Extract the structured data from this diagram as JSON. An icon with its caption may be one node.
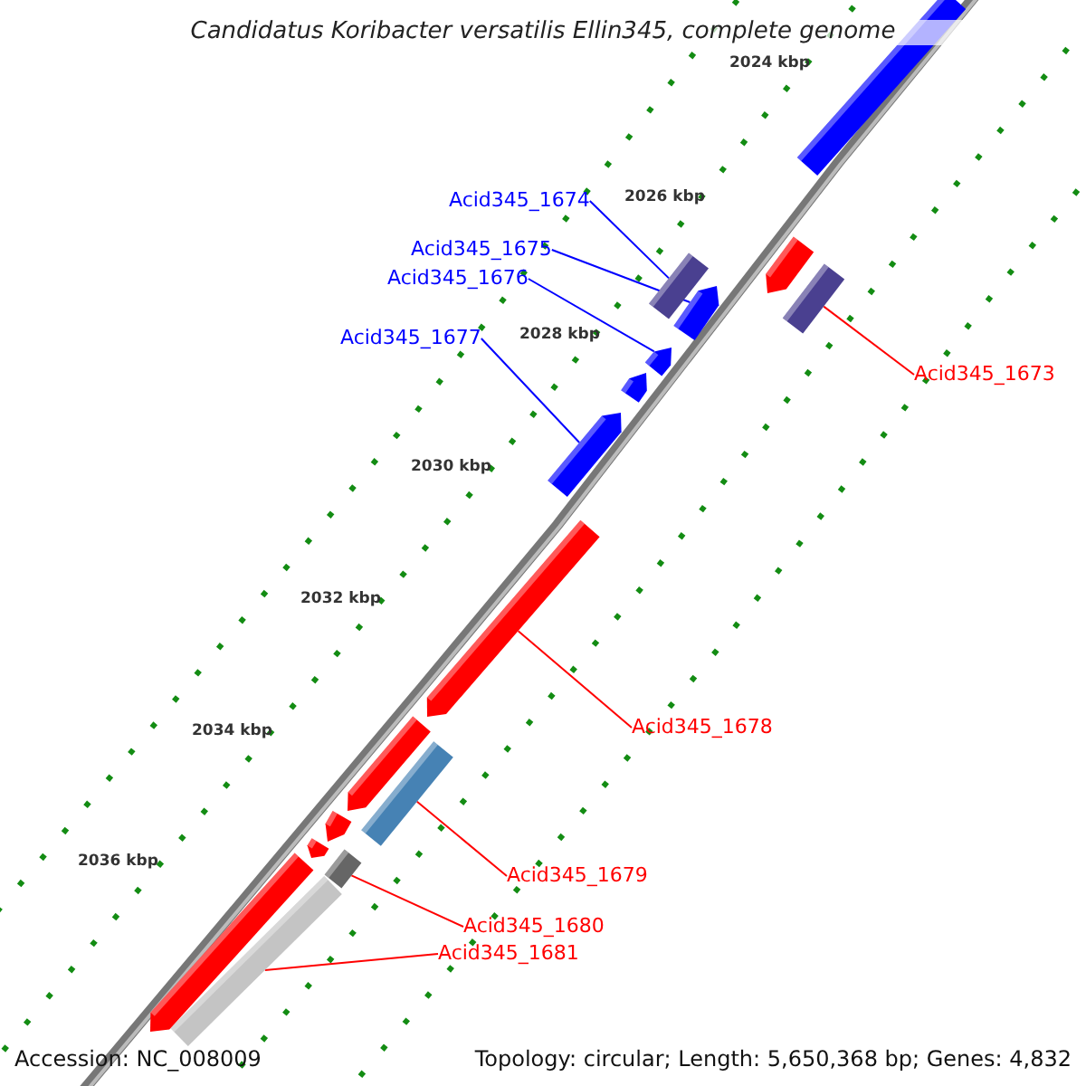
{
  "diagram": {
    "title": "Candidatus Koribacter versatilis Ellin345, complete genome",
    "nodes": [
      {
        "text": [
          "Acid345_1674"
        ]
      },
      {
        "text": [
          "Acid345_1675"
        ]
      },
      {
        "text": [
          "Acid345_1676"
        ]
      },
      {
        "text": [
          "Acid345_1677"
        ]
      },
      {
        "text": [
          "Acid345_1673"
        ]
      },
      {
        "text": [
          "Acid345_1678"
        ]
      },
      {
        "text": [
          "Acid345_1679"
        ]
      },
      {
        "text": [
          "Acid345_1680"
        ]
      },
      {
        "text": [
          "Acid345_1681"
        ]
      },
      {
        "text": [],
        "shape": "bar"
      },
      {
        "text": [],
        "shape": "arrow"
      },
      {
        "text": [],
        "shape": "arrow"
      },
      {
        "text": [],
        "shape": "arrow"
      },
      {
        "text": [],
        "shape": "bar"
      },
      {
        "text": [],
        "shape": "arrow"
      },
      {
        "text": [],
        "shape": "bar"
      },
      {
        "text": [],
        "shape": "bar"
      },
      {
        "text": [],
        "shape": "bar"
      },
      {
        "text": [],
        "shape": "bar"
      },
      {
        "text": [],
        "shape": "arrow"
      },
      {
        "text": [],
        "shape": "arrow"
      },
      {
        "text": [],
        "shape": "arrow"
      },
      {
        "text": [],
        "shape": "arrow"
      },
      {
        "text": [],
        "shape": "arrow"
      },
      {
        "text": [],
        "shape": "arrow"
      }
    ],
    "edges": [
      {
        "from": 0,
        "to": 9,
        "arrow": "none",
        "color": "#0000ff"
      },
      {
        "from": 1,
        "to": 10,
        "arrow": "none",
        "color": "#0000ff"
      },
      {
        "from": 2,
        "to": 11,
        "arrow": "none",
        "color": "#0000ff"
      },
      {
        "from": 3,
        "to": 12,
        "arrow": "none",
        "color": "#0000ff"
      },
      {
        "from": 4,
        "to": 13,
        "arrow": "none"
      },
      {
        "from": 5,
        "to": 14,
        "arrow": "none"
      },
      {
        "from": 6,
        "to": 15,
        "arrow": "none"
      },
      {
        "from": 7,
        "to": 16,
        "arrow": "none"
      },
      {
        "from": 8,
        "to": 17,
        "arrow": "none"
      }
    ],
    "labels": [
      "2024 kbp",
      "2026 kbp",
      "2028 kbp",
      "2030 kbp",
      "2032 kbp",
      "2034 kbp",
      "2036 kbp",
      "Accession: NC_008009",
      "Topology: circular; Length: 5,650,368 bp; Genes: 4,832"
    ]
  }
}
